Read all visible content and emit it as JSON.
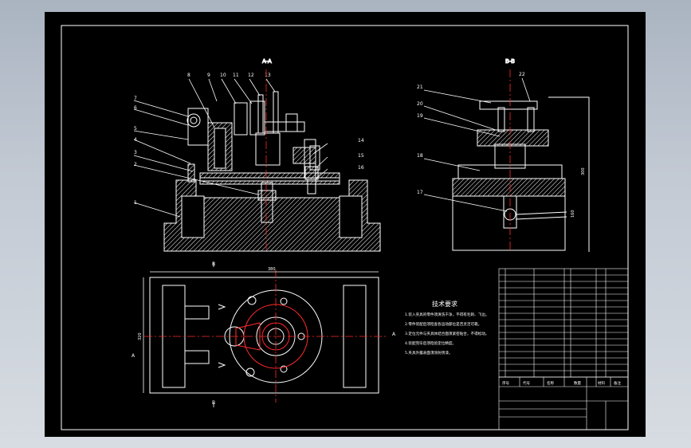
{
  "drawing": {
    "section_a_label": "A-A",
    "section_b_label": "B-B",
    "dimension_overall_width": "380",
    "dimension_plan_height": "320",
    "dimension_side_height": "300",
    "dimension_side_right": "160",
    "view_markers": {
      "a_left": "A",
      "a_right": "A",
      "b_top": "B",
      "b_bottom": "B"
    },
    "balloons_front": [
      "7",
      "6",
      "5",
      "4",
      "3",
      "2",
      "1",
      "8",
      "9",
      "10",
      "11",
      "12",
      "13",
      "14",
      "15",
      "16"
    ],
    "balloons_side": [
      "21",
      "20",
      "19",
      "18",
      "17",
      "22"
    ],
    "tech_requirements": {
      "title": "技术要求",
      "lines": [
        "1.装入夹具的零件须清洗干净，不得有毛刺、飞边。",
        "2.零件装配后须检查各运动部位是否灵活可靠。",
        "3.定位元件与夹具体结合面须紧密贴合，不得松动。",
        "4.装配完毕后须检验定位精度。",
        "5.夹具外露表面须涂防锈漆。"
      ]
    },
    "title_block": {
      "h1": "序号",
      "h2": "代号",
      "h3": "名称",
      "h4": "数量",
      "h5": "材料",
      "h6": "备注"
    }
  },
  "colors": {
    "sheet": "#000000",
    "line": "#ffffff",
    "centerline": "#ff2a2a",
    "hatch": "#ffffff"
  }
}
